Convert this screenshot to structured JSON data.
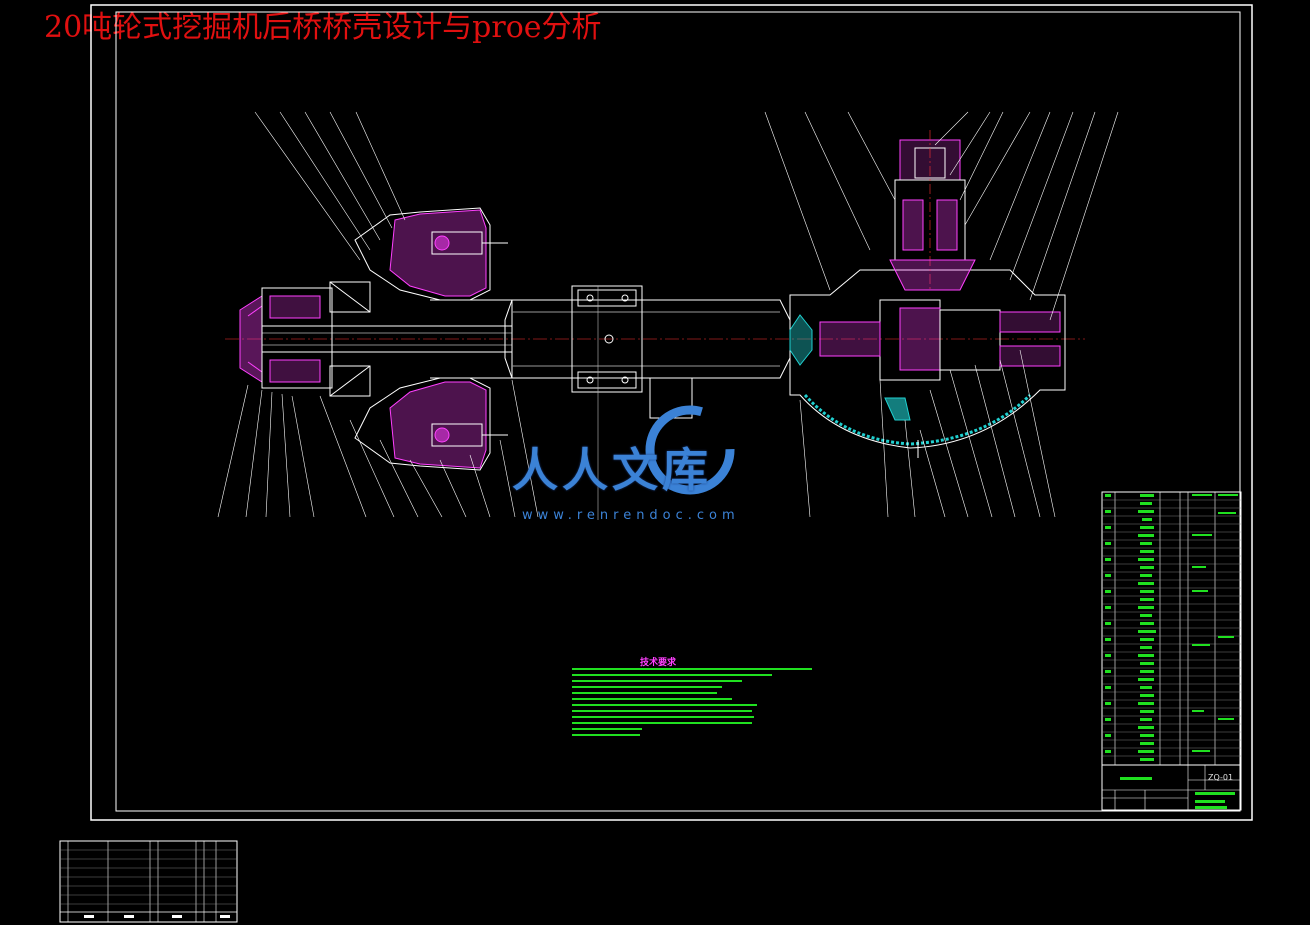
{
  "document": {
    "title": "20吨轮式挖掘机后桥桥壳设计与proe分析",
    "drawing_code": "ZQ-01"
  },
  "watermark": {
    "brand": "人人文库",
    "url": "www.renrendoc.com"
  },
  "technical_requirements": {
    "heading": "技术要求"
  },
  "colors": {
    "background": "#000000",
    "frame": "#ffffff",
    "section_pink": "#ff40ff",
    "notes_green": "#20e020",
    "hatch_cyan": "#20d0d0",
    "title_red": "#e01010",
    "watermark_blue": "#3b82d6"
  }
}
